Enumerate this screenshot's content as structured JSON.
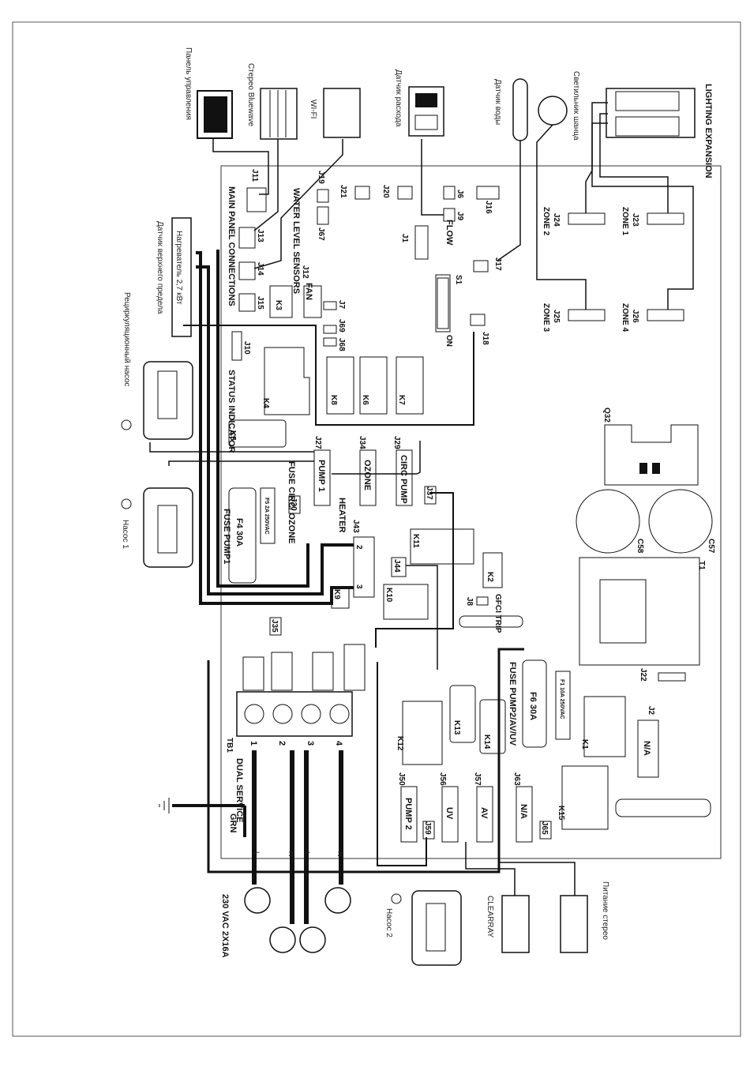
{
  "external_labels": {
    "control_panel": "Панель управления",
    "stereo_bluewave": "Стерео Bluewave",
    "wifi": "WI-FI",
    "flow_sensor": "Датчик расхода",
    "water_sensor": "Датчик воды",
    "shaft_light": "Светильник шанца",
    "heater": "Нагреватель 2,7 кВт",
    "high_limit_sensor": "Датчик верхнего предела",
    "recirc_pump": "Рециркуляционный насос",
    "pump1": "Насос 1",
    "pump2": "Насос 2",
    "clearray": "CLEARRAY",
    "stereo_power": "Питание стерео",
    "supply": "230 VAC 2X16A",
    "ground": "GRN"
  },
  "board_labels": {
    "lighting_expansion": "LIGHTING EXPANSION",
    "main_panel": "MAIN PANEL CONNECTIONS",
    "water_level": "WATER LEVEL SENSORS",
    "status": "STATUS INDICATOR",
    "flow": "FLOW",
    "fan": "FAN",
    "pump1": "PUMP 1",
    "ozone": "OZONE",
    "circ_pump": "CIRC PUMP",
    "fuse_circ": "FUSE CIRC/ OZONE",
    "f4": "F4 30A",
    "fuse_pump1": "FUSE PUMP1",
    "f5": "F5 2A 250VAC",
    "heater": "HEATER",
    "gfci": "GFCI TRIP",
    "f6": "F6 30A",
    "fuse_pump2": "FUSE PUMP2/AV/UV",
    "f1": "F1 10A 250VAC",
    "dual_service": "DUAL SERVICE",
    "tb1": "TB1",
    "pump2": "PUMP 2",
    "uv": "UV",
    "av": "AV",
    "na": "N/A",
    "na2": "N/A",
    "on": "ON",
    "zone1": "ZONE 1",
    "zone2": "ZONE 2",
    "zone3": "ZONE 3",
    "zone4": "ZONE 4"
  },
  "connectors": {
    "j11": "J11",
    "j13": "J13",
    "j14": "J14",
    "j15": "J15",
    "j19": "J19",
    "j67": "J67",
    "j12": "J12",
    "j7": "J7",
    "j69": "J69",
    "j68": "J68",
    "j10": "J10",
    "j21": "J21",
    "j20": "J20",
    "j1": "J1",
    "j6": "J6",
    "j9": "J9",
    "j16": "J16",
    "s1": "S1",
    "j17": "J17",
    "j18": "J18",
    "j24": "J24",
    "j23": "J23",
    "j25": "J25",
    "j26": "J26",
    "k3": "K3",
    "k4": "K4",
    "k5": "K5",
    "k6": "K6",
    "k7": "K7",
    "k8": "K8",
    "j27": "J27",
    "j34": "J34",
    "j29": "J29",
    "j30": "J30",
    "j37": "J37",
    "j43": "J43",
    "k11": "K11",
    "j44": "J44",
    "k10": "K10",
    "k9": "K9",
    "k2": "K2",
    "j8": "J8",
    "j35": "J35",
    "q32": "Q32",
    "c58": "C58",
    "c57": "C57",
    "t1": "T1",
    "j22": "J22",
    "k12": "K12",
    "k13": "K13",
    "k14": "K14",
    "k1": "K1",
    "j2": "J2",
    "k15": "K15",
    "j50": "J50",
    "j59": "J59",
    "j56": "J56",
    "j57": "J57",
    "j63": "J63",
    "j65": "J65",
    "h2": "2",
    "h3": "3",
    "tb_1": "1",
    "tb_2": "2",
    "tb_3": "3",
    "tb_4": "4",
    "l1": "L",
    "n1": "N",
    "l2": "L",
    "n2": "N"
  }
}
